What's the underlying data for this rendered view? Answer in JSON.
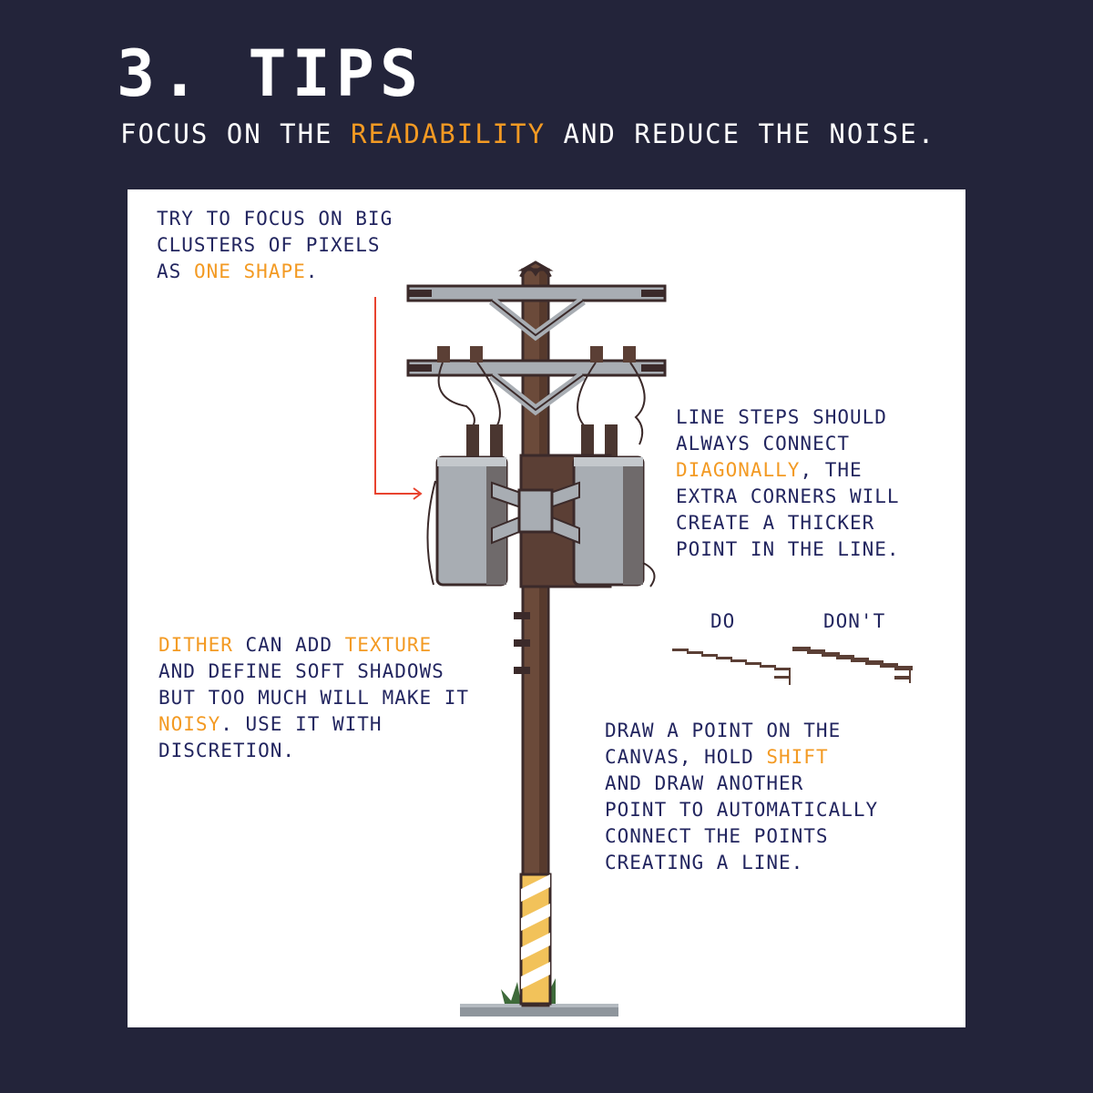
{
  "header": {
    "title": "3. TIPS",
    "subtitle_pre": "FOCUS ON THE ",
    "subtitle_highlight": "READABILITY",
    "subtitle_post": " AND REDUCE THE NOISE."
  },
  "tips": {
    "shape": {
      "line1": "TRY TO FOCUS ON BIG",
      "line2": "CLUSTERS OF PIXELS",
      "line3_pre": "AS ",
      "line3_highlight": "ONE SHAPE",
      "line3_post": "."
    },
    "diagonal": {
      "line1": "LINE STEPS SHOULD",
      "line2": "ALWAYS CONNECT",
      "line3_highlight": "DIAGONALLY",
      "line3_post": ", THE",
      "line4": "EXTRA CORNERS WILL",
      "line5": "CREATE A THICKER",
      "line6": "POINT IN THE LINE."
    },
    "dither": {
      "line1_highlight": "DITHER",
      "line1_mid": " CAN ADD ",
      "line1_highlight2": "TEXTURE",
      "line2": "AND DEFINE SOFT SHADOWS",
      "line3": "BUT TOO MUCH WILL MAKE IT",
      "line4_highlight": "NOISY",
      "line4_post": ". USE IT WITH",
      "line5": "DISCRETION."
    },
    "shift": {
      "line1": "DRAW A POINT ON THE",
      "line2_pre": "CANVAS, HOLD ",
      "line2_highlight": "SHIFT",
      "line3": "AND DRAW ANOTHER",
      "line4": "POINT TO AUTOMATICALLY",
      "line5": "CONNECT THE POINTS",
      "line6": "CREATING A LINE."
    }
  },
  "examples": {
    "do_label": "DO",
    "dont_label": "DON'T"
  },
  "colors": {
    "background": "#23243a",
    "panel": "#ffffff",
    "text": "#22255f",
    "highlight": "#f39a23",
    "arrow": "#e8432f",
    "pole": "#6b4a3a",
    "metal": "#a8adb3",
    "outline": "#3b2a2a"
  }
}
